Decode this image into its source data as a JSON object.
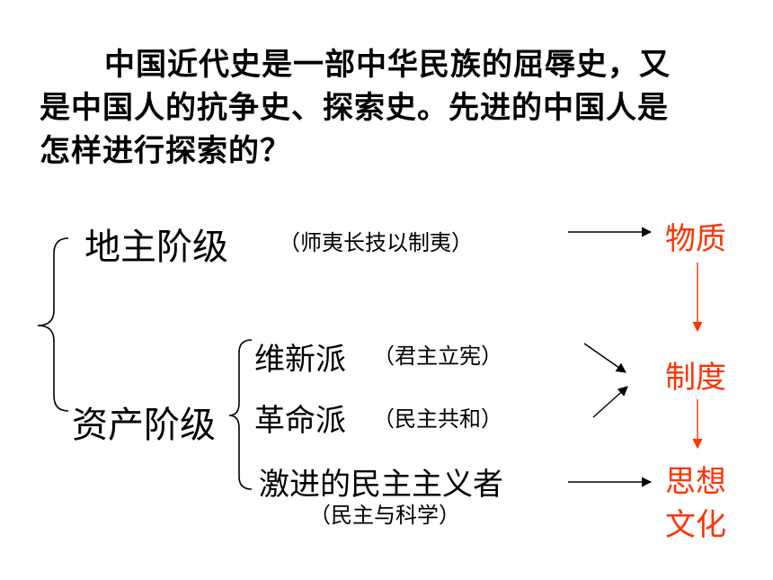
{
  "intro": {
    "line1": "中国近代史是一部中华民族的屈辱史，又",
    "line2": "是中国人的抗争史、探索史。先进的中国人是",
    "line3": "怎样进行探索的？"
  },
  "classes": {
    "landlord": {
      "label": "地主阶级",
      "note": "（师夷长技以制夷）"
    },
    "bourgeoisie": {
      "label": "资产阶级",
      "factions": [
        {
          "label": "维新派",
          "note": "（君主立宪）"
        },
        {
          "label": "革命派",
          "note": "（民主共和）"
        },
        {
          "label": "激进的民主主义者",
          "note": "（民主与科学）"
        }
      ]
    }
  },
  "results": {
    "material": "物质",
    "system": "制度",
    "culture_line1": "思想",
    "culture_line2": "文化"
  },
  "colors": {
    "result_text": "#ff3300",
    "result_arrow": "#ff3300",
    "text": "#000000"
  }
}
